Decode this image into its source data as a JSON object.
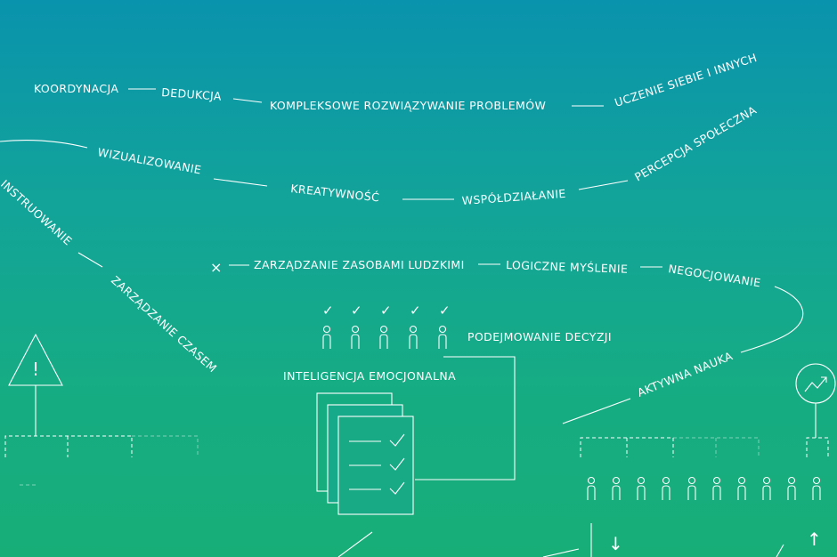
{
  "skills": {
    "koordynacja": "KOORDYNACJA",
    "dedukcja": "DEDUKCJA",
    "kompleksowe": "KOMPLEKSOWE ROZWIĄZYWANIE PROBLEMÓW",
    "uczenie": "UCZENIE SIEBIE I INNYCH",
    "wizualizowanie": "WIZUALIZOWANIE",
    "kreatywnosc": "KREATYWNOŚĆ",
    "wspoldzialanie": "WSPÓŁDZIAŁANIE",
    "percepcja": "PERCEPCJA SPOŁECZNA",
    "instruowanie": "INSTRUOWANIE",
    "zarzadzanie_czasem": "ZARZĄDZANIE CZASEM",
    "zarzadzanie_zasobami": "ZARZĄDZANIE ZASOBAMI LUDZKIMI",
    "logiczne": "LOGICZNE MYŚLENIE",
    "negocjowanie": "NEGOCJOWANIE",
    "podejmowanie": "PODEJMOWANIE DECYZJI",
    "inteligencja": "INTELIGENCJA EMOCJONALNA",
    "aktywna": "AKTYWNA NAUKA"
  },
  "icons": {
    "close": "×",
    "warning": "!",
    "check": "✓",
    "arrow_down": "↓",
    "arrow_up": "↑"
  },
  "colors": {
    "top": "#0a93ad",
    "bottom": "#18ae78",
    "stroke": "#ffffff"
  }
}
